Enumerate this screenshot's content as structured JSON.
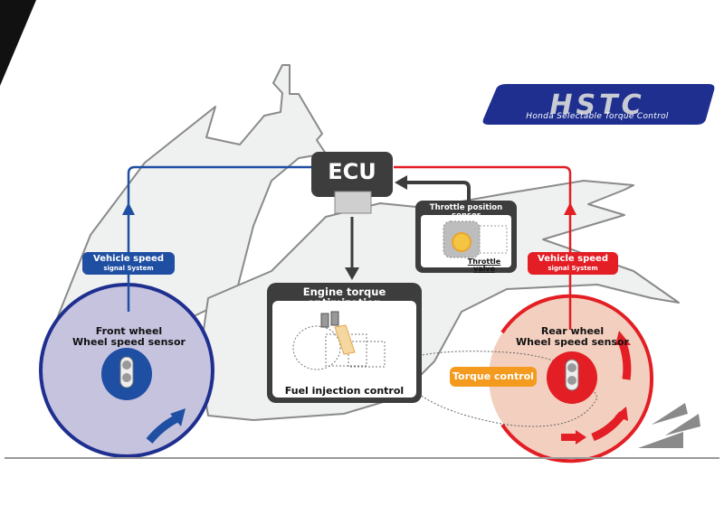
{
  "logo": {
    "acronym": "HSTC",
    "full_name": "Honda Selectable Torque Control"
  },
  "ecu": {
    "label": "ECU"
  },
  "throttle_sensor": {
    "title": "Throttle position sensor",
    "caption": "Throttle valve"
  },
  "engine": {
    "title": "Engine torque optimization",
    "caption": "Fuel injection control"
  },
  "front_signal": {
    "line1": "Vehicle speed",
    "line2": "signal System"
  },
  "rear_signal": {
    "line1": "Vehicle speed",
    "line2": "signal System"
  },
  "front_wheel": {
    "line1": "Front wheel",
    "line2": "Wheel speed sensor"
  },
  "rear_wheel": {
    "line1": "Rear wheel",
    "line2": "Wheel speed sensor"
  },
  "torque_control": {
    "label": "Torque control"
  },
  "colors": {
    "front": "#1f4fa3",
    "rear": "#e31e24",
    "ecu": "#3d3d3d",
    "torque": "#f39a1f",
    "front_wheel_fill": "#c6c3df",
    "rear_wheel_fill": "#f3cfbf"
  }
}
